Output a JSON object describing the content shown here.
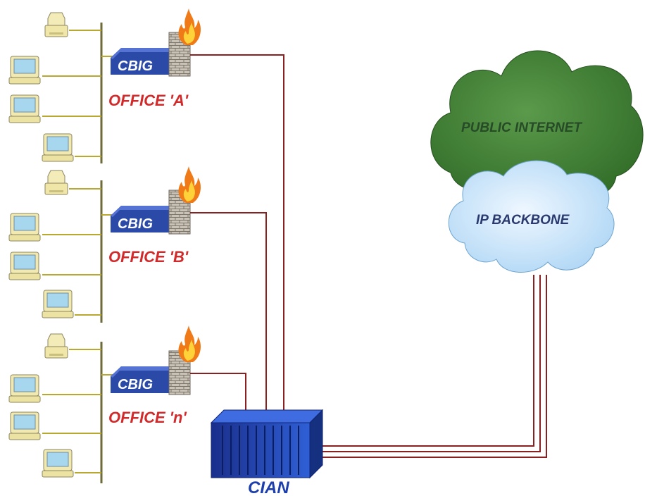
{
  "offices": [
    {
      "gateway_label": "CBIG",
      "office_label": "OFFICE 'A'"
    },
    {
      "gateway_label": "CBIG",
      "office_label": "OFFICE 'B'"
    },
    {
      "gateway_label": "CBIG",
      "office_label": "OFFICE 'n'"
    }
  ],
  "cian": {
    "label": "CIAN"
  },
  "clouds": {
    "internet": {
      "label": "PUBLIC INTERNET"
    },
    "backbone": {
      "label": "IP BACKBONE"
    }
  },
  "colors": {
    "office_label": "#d22a2a",
    "gateway_fill": "#2b4aa8",
    "cian_fill": "#1d3fae",
    "internet_cloud": "#3f7a33",
    "backbone_cloud": "#cfe8fb",
    "link_line": "#8a2020",
    "bus_line": "#b8a830"
  },
  "icons": {
    "printer": "printer-icon",
    "monitor": "monitor-icon",
    "firewall": "firewall-icon",
    "flame": "flame-icon"
  }
}
